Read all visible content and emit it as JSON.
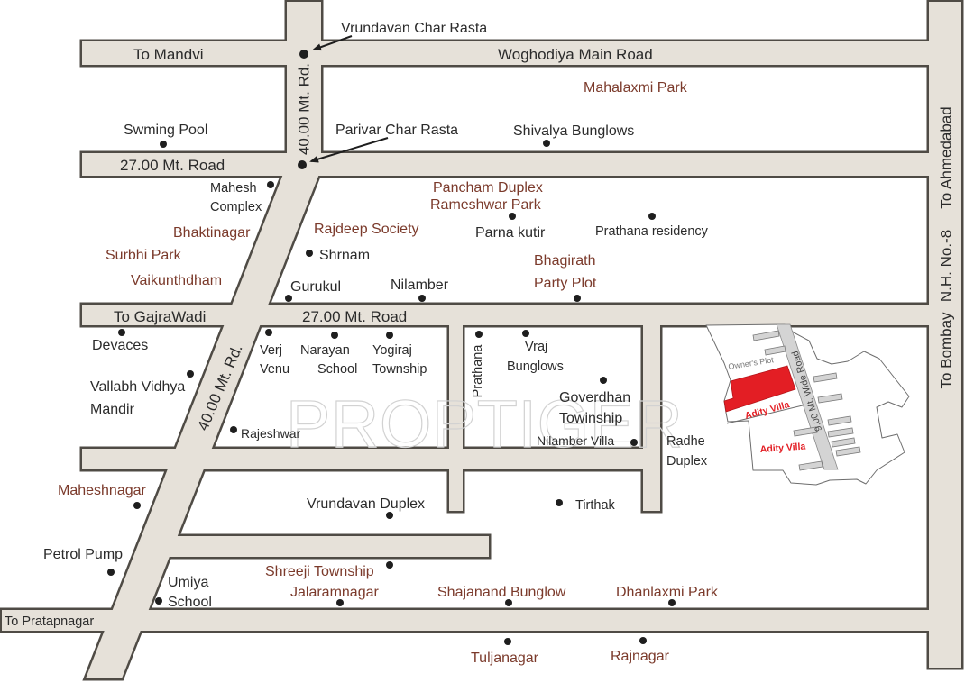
{
  "map": {
    "road_labels": {
      "to_mandvi": "To Mandvi",
      "woghodiya_main_road": "Woghodiya Main Road",
      "road_27_upper": "27.00 Mt. Road",
      "to_gajrawadi": "To GajraWadi",
      "road_27_lower": "27.00 Mt. Road",
      "to_pratapnagar": "To Pratapnagar",
      "road_40_vertical": "40.00 Mt. Rd.",
      "road_40_diagonal": "40.00 Mt. Rd.",
      "to_ahmedabad": "To Ahmedabad",
      "nh8": "N.H. No.-8",
      "to_bombay": "To Bombay"
    },
    "junctions": {
      "vrundavan": "Vrundavan Char Rasta",
      "parivar": "Parivar Char Rasta"
    },
    "landmarks": [
      {
        "lines": [
          "Swming Pool"
        ]
      },
      {
        "lines": [
          "Shivalya Bunglows"
        ]
      },
      {
        "lines": [
          "Mahesh",
          "Complex"
        ]
      },
      {
        "lines": [
          "Parna kutir"
        ]
      },
      {
        "lines": [
          "Prathana residency"
        ]
      },
      {
        "lines": [
          "Shrnam"
        ]
      },
      {
        "lines": [
          "Gurukul"
        ]
      },
      {
        "lines": [
          "Nilamber"
        ]
      },
      {
        "lines": [
          "Devaces"
        ]
      },
      {
        "lines": [
          "Verj",
          "Venu"
        ]
      },
      {
        "lines": [
          "Narayan",
          "School"
        ]
      },
      {
        "lines": [
          "Yogiraj",
          "Township"
        ]
      },
      {
        "lines": [
          "Prathana"
        ]
      },
      {
        "lines": [
          "Vraj",
          "Bunglows"
        ]
      },
      {
        "lines": [
          "Vallabh Vidhya",
          "Mandir"
        ]
      },
      {
        "lines": [
          "Goverdhan",
          "Towinship"
        ]
      },
      {
        "lines": [
          "Rajeshwar"
        ]
      },
      {
        "lines": [
          "Nilamber Villa"
        ]
      },
      {
        "lines": [
          "Radhe",
          "Duplex"
        ]
      },
      {
        "lines": [
          "Vrundavan Duplex"
        ]
      },
      {
        "lines": [
          "Tirthak"
        ]
      },
      {
        "lines": [
          "Petrol Pump"
        ]
      },
      {
        "lines": [
          "Umiya",
          "School"
        ]
      }
    ],
    "localities": [
      {
        "lines": [
          "Mahalaxmi Park"
        ]
      },
      {
        "lines": [
          "Pancham Duplex"
        ]
      },
      {
        "lines": [
          "Rameshwar Park"
        ]
      },
      {
        "lines": [
          "Bhaktinagar"
        ]
      },
      {
        "lines": [
          "Rajdeep Society"
        ]
      },
      {
        "lines": [
          "Surbhi Park"
        ]
      },
      {
        "lines": [
          "Bhagirath",
          "Party Plot"
        ]
      },
      {
        "lines": [
          "Vaikunthdham"
        ]
      },
      {
        "lines": [
          "Maheshnagar"
        ]
      },
      {
        "lines": [
          "Shreeji Township"
        ]
      },
      {
        "lines": [
          "Jalaramnagar"
        ]
      },
      {
        "lines": [
          "Shajanand Bunglow"
        ]
      },
      {
        "lines": [
          "Dhanlaxmi Park"
        ]
      },
      {
        "lines": [
          "Tuljanagar"
        ]
      },
      {
        "lines": [
          "Rajnagar"
        ]
      }
    ],
    "site_plan": {
      "road_label": "9.00 Mt. Wide Road",
      "owners_plot_label": "Owner's Plot",
      "project_labels": [
        "Adity Villa",
        "Adity Villa"
      ]
    },
    "watermark": "PROPTIGER"
  },
  "colors": {
    "road_fill": "#e6e1d9",
    "road_border": "#4f4b45",
    "landmark_text": "#2b2b2b",
    "locality_text": "#7b3a2b",
    "plot_highlight": "#e31e24",
    "site_road": "#d4d4d4"
  }
}
